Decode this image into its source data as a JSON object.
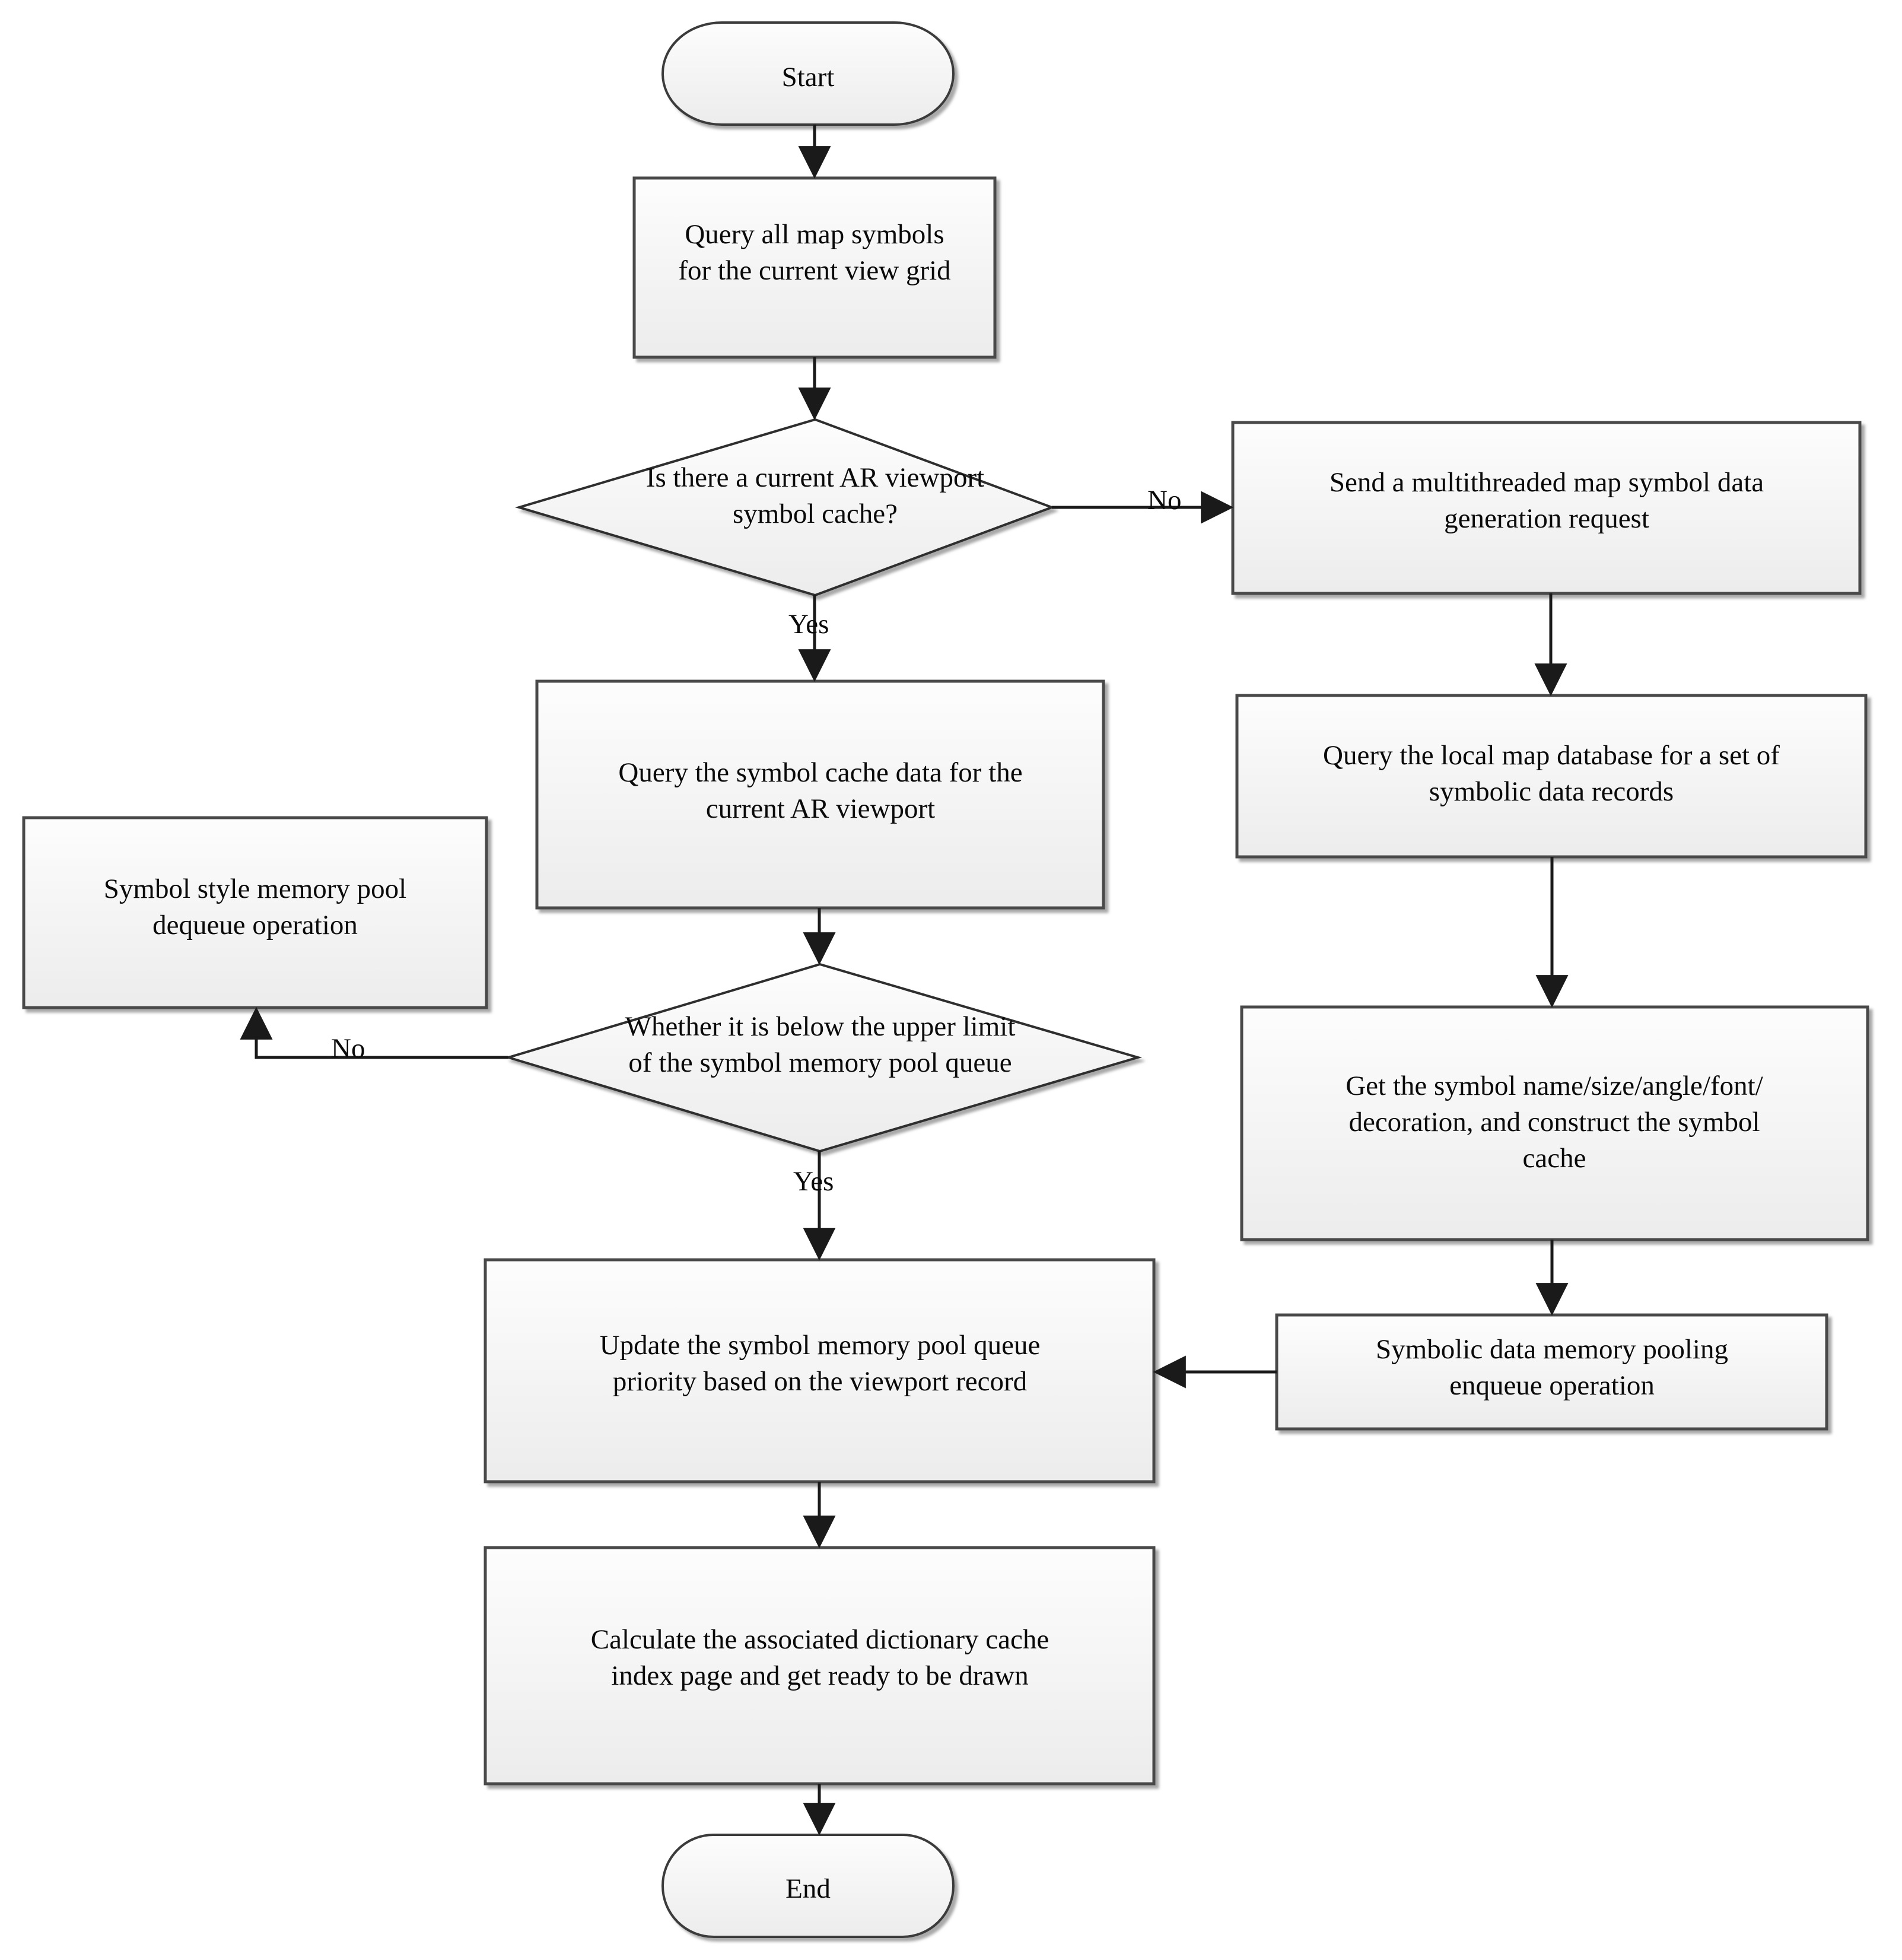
{
  "diagram": {
    "title": "AR map symbol cache processing flowchart",
    "background_color": "#ffffff",
    "shape_fill_top": "#fcfcfc",
    "shape_fill_bottom": "#eeeeee",
    "shape_stroke": "#404040",
    "text_color": "#0a0a0a",
    "line_color": "#1a1a1a"
  },
  "nodes": {
    "start": {
      "label": "Start",
      "shape": "terminator"
    },
    "query_symbols": {
      "label": "Query all map symbols\nfor the current view grid",
      "shape": "process"
    },
    "decision_cache": {
      "label": "Is there a current AR viewport\nsymbol cache?",
      "shape": "decision"
    },
    "send_request": {
      "label": "Send a multithreaded map symbol data\ngeneration request",
      "shape": "process"
    },
    "query_cache_data": {
      "label": "Query the symbol cache data for the\ncurrent AR viewport",
      "shape": "process"
    },
    "query_local_db": {
      "label": "Query the local map database for a set of\nsymbolic data records",
      "shape": "process"
    },
    "dequeue": {
      "label": "Symbol style memory pool\ndequeue operation",
      "shape": "process"
    },
    "decision_limit": {
      "label": "Whether it is below the upper limit\nof the symbol memory pool queue",
      "shape": "decision"
    },
    "get_symbol_attrs": {
      "label": "Get the symbol name/size/angle/font/\ndecoration, and construct the symbol\ncache",
      "shape": "process"
    },
    "update_priority": {
      "label": "Update the symbol memory pool queue\npriority based on the viewport record",
      "shape": "process"
    },
    "enqueue": {
      "label": "Symbolic data memory pooling\nenqueue operation",
      "shape": "process"
    },
    "calculate_index": {
      "label": "Calculate the associated dictionary cache\nindex page and get ready to be drawn",
      "shape": "process"
    },
    "end": {
      "label": "End",
      "shape": "terminator"
    }
  },
  "edge_labels": {
    "cache_no": "No",
    "cache_yes": "Yes",
    "limit_no": "No",
    "limit_yes": "Yes"
  },
  "chart_data": {
    "type": "flowchart",
    "nodes": [
      {
        "id": "start",
        "text": "Start",
        "shape": "terminator"
      },
      {
        "id": "query_symbols",
        "text": "Query all map symbols for the current view grid",
        "shape": "process"
      },
      {
        "id": "decision_cache",
        "text": "Is there a current AR viewport symbol cache?",
        "shape": "decision"
      },
      {
        "id": "send_request",
        "text": "Send a multithreaded map symbol data generation request",
        "shape": "process"
      },
      {
        "id": "query_cache_data",
        "text": "Query the symbol cache data for the current AR viewport",
        "shape": "process"
      },
      {
        "id": "query_local_db",
        "text": "Query the local map database for a set of symbolic data records",
        "shape": "process"
      },
      {
        "id": "dequeue",
        "text": "Symbol style memory pool dequeue operation",
        "shape": "process"
      },
      {
        "id": "decision_limit",
        "text": "Whether it is below the upper limit of the symbol memory pool queue",
        "shape": "decision"
      },
      {
        "id": "get_symbol_attrs",
        "text": "Get the symbol name/size/angle/font/decoration, and construct the symbol cache",
        "shape": "process"
      },
      {
        "id": "update_priority",
        "text": "Update the symbol memory pool queue priority based on the viewport record",
        "shape": "process"
      },
      {
        "id": "enqueue",
        "text": "Symbolic data memory pooling enqueue operation",
        "shape": "process"
      },
      {
        "id": "calculate_index",
        "text": "Calculate the associated dictionary cache index page and get ready to be drawn",
        "shape": "process"
      },
      {
        "id": "end",
        "text": "End",
        "shape": "terminator"
      }
    ],
    "edges": [
      {
        "from": "start",
        "to": "query_symbols",
        "label": ""
      },
      {
        "from": "query_symbols",
        "to": "decision_cache",
        "label": ""
      },
      {
        "from": "decision_cache",
        "to": "send_request",
        "label": "No"
      },
      {
        "from": "decision_cache",
        "to": "query_cache_data",
        "label": "Yes"
      },
      {
        "from": "send_request",
        "to": "query_local_db",
        "label": ""
      },
      {
        "from": "query_local_db",
        "to": "get_symbol_attrs",
        "label": ""
      },
      {
        "from": "get_symbol_attrs",
        "to": "enqueue",
        "label": ""
      },
      {
        "from": "enqueue",
        "to": "update_priority",
        "label": ""
      },
      {
        "from": "query_cache_data",
        "to": "decision_limit",
        "label": ""
      },
      {
        "from": "decision_limit",
        "to": "dequeue",
        "label": "No"
      },
      {
        "from": "decision_limit",
        "to": "update_priority",
        "label": "Yes"
      },
      {
        "from": "update_priority",
        "to": "calculate_index",
        "label": ""
      },
      {
        "from": "calculate_index",
        "to": "end",
        "label": ""
      }
    ]
  }
}
